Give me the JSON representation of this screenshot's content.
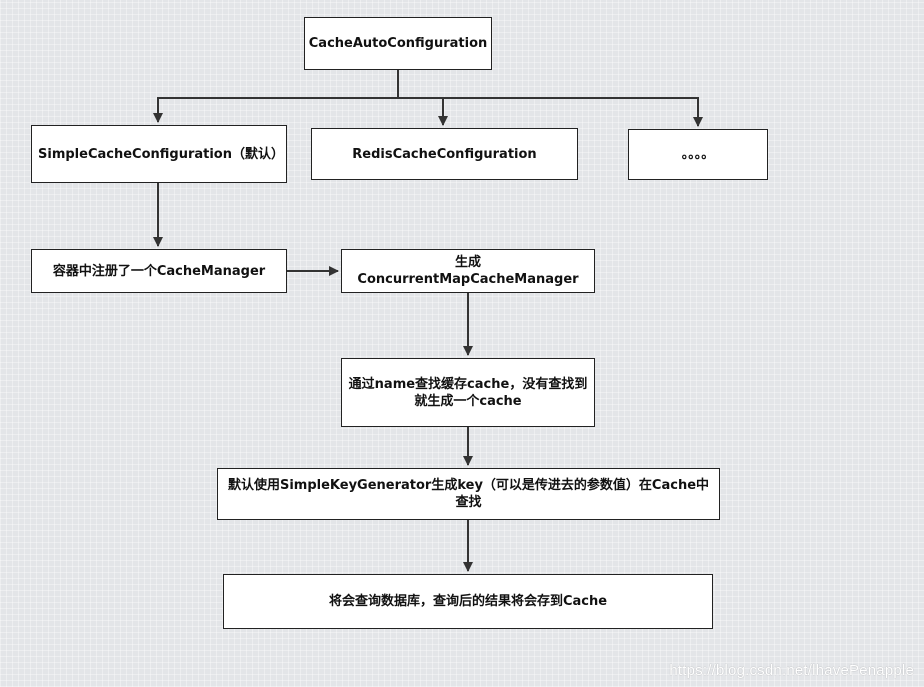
{
  "nodes": {
    "cache_auto_configuration": "CacheAutoConfiguration",
    "simple_cache_configuration": "SimpleCacheConfiguration（默认）",
    "redis_cache_configuration": "RedisCacheConfiguration",
    "other_configurations": "。。。。",
    "register_cache_manager": "容器中注册了一个CacheManager",
    "create_concurrent_map_cache_manager": "生成ConcurrentMapCacheManager",
    "lookup_cache_by_name": "通过name查找缓存cache，没有查找到\n就生成一个cache",
    "generate_key": "默认使用SimpleKeyGenerator生成key（可以是传进去的参数值）在Cache中查找",
    "query_database": "将会查询数据库，查询后的结果将会存到Cache"
  },
  "watermark": "https://blog.csdn.net/lhavePenapple",
  "colors": {
    "line": "#333333",
    "box_border": "#222222",
    "box_fill": "#ffffff",
    "background": "#e3e5e8"
  }
}
